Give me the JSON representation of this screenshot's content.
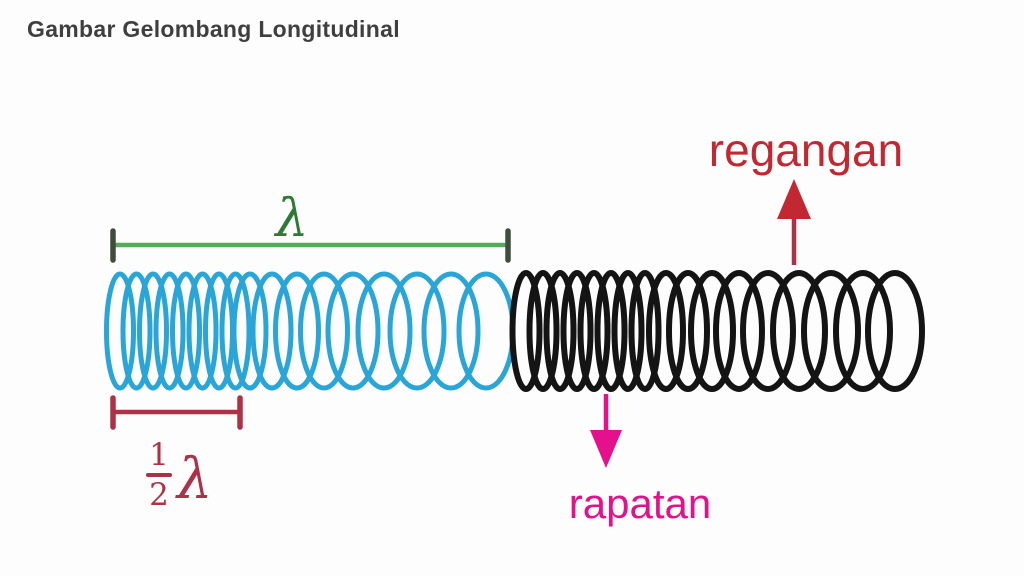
{
  "title": "Gambar Gelombang Longitudinal",
  "diagram": {
    "wavelength_label": "λ",
    "half_wavelength": {
      "numerator": "1",
      "denominator": "2",
      "symbol": "λ"
    },
    "stretch_label": "regangan",
    "compression_label": "rapatan"
  },
  "colors": {
    "background": "#fdfdfd",
    "title_text": "#3f3f3f",
    "spring_left_blue": "#29a5d8",
    "spring_right_black": "#141414",
    "bracket_green": "#56ab58",
    "bracket_tick_dark": "#414d3c",
    "lambda_green": "#2c7a33",
    "bracket_red": "#ad3147",
    "stretch_red": "#c32832",
    "compression_magenta": "#e5108b"
  }
}
